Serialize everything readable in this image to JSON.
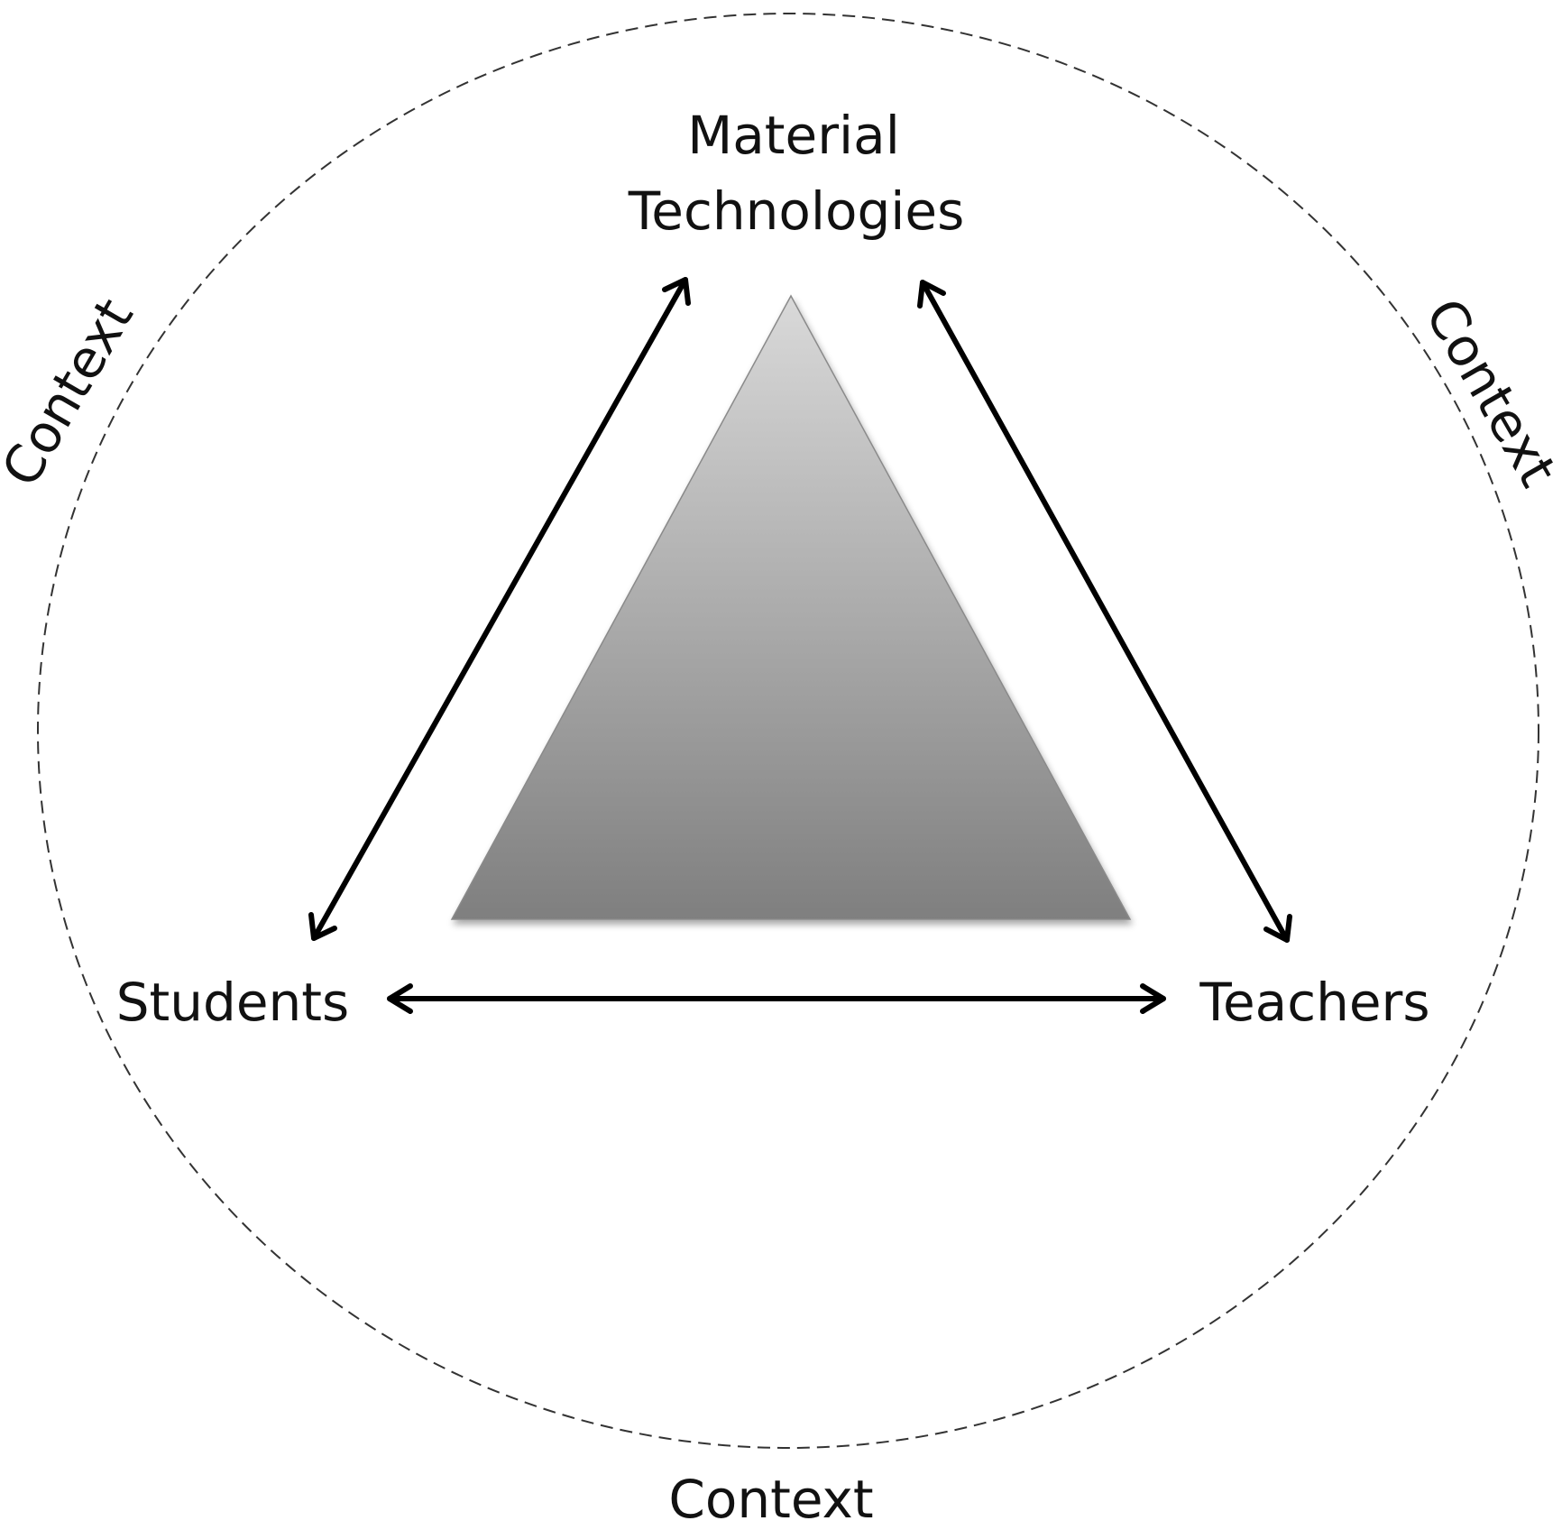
{
  "nodes": {
    "top": {
      "line1": "Material",
      "line2": "Technologies"
    },
    "left": "Students",
    "right": "Teachers"
  },
  "context": {
    "left": "Context",
    "right": "Context",
    "bottom": "Context"
  },
  "colors": {
    "triangle_top": "#d9d9d9",
    "triangle_bottom": "#7f7f7f",
    "arrow": "#000000",
    "circle": "#333333"
  }
}
